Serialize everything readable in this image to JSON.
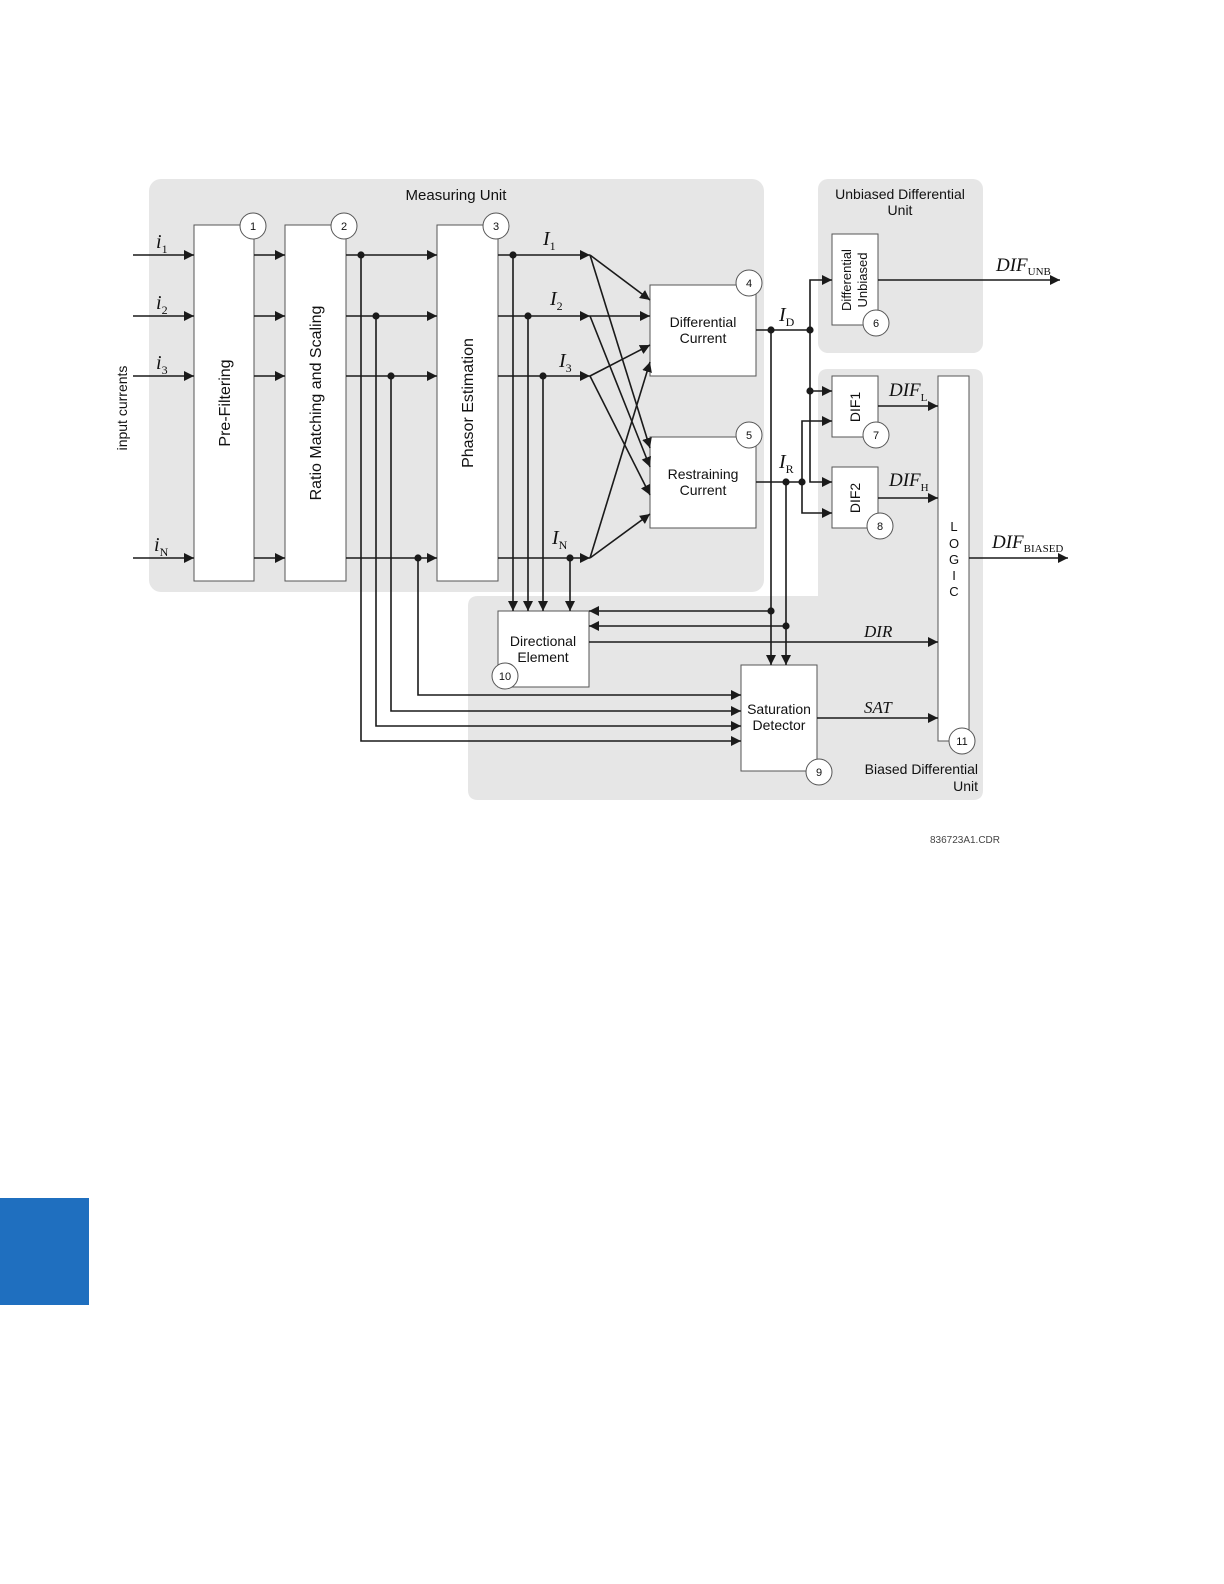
{
  "diagram": {
    "regions": {
      "measuring_unit": "Measuring Unit",
      "unbiased_unit_line1": "Unbiased Differential",
      "unbiased_unit_line2": "Unit",
      "biased_unit_line1": "Biased Differential",
      "biased_unit_line2": "Unit"
    },
    "side_label": "input currents",
    "inputs": {
      "i1": "i",
      "i1_sub": "1",
      "i2": "i",
      "i2_sub": "2",
      "i3": "i",
      "i3_sub": "3",
      "iN": "i",
      "iN_sub": "N"
    },
    "phasors": {
      "I1": "I",
      "I1_sub": "1",
      "I2": "I",
      "I2_sub": "2",
      "I3": "I",
      "I3_sub": "3",
      "IN": "I",
      "IN_sub": "N"
    },
    "blocks": {
      "prefilter": "Pre-Filtering",
      "ratio": "Ratio Matching and Scaling",
      "phasor": "Phasor Estimation",
      "diff_line1": "Differential",
      "diff_line2": "Current",
      "restr_line1": "Restraining",
      "restr_line2": "Current",
      "unbiased_line1": "Differential",
      "unbiased_line2": "Unbiased",
      "dif1": "DIF1",
      "dif2": "DIF2",
      "logic": [
        "L",
        "O",
        "G",
        "I",
        "C"
      ],
      "dir_line1": "Directional",
      "dir_line2": "Element",
      "sat_line1": "Saturation",
      "sat_line2": "Detector"
    },
    "numbers": {
      "n1": "1",
      "n2": "2",
      "n3": "3",
      "n4": "4",
      "n5": "5",
      "n6": "6",
      "n7": "7",
      "n8": "8",
      "n9": "9",
      "n10": "10",
      "n11": "11"
    },
    "signals": {
      "ID": "I",
      "ID_sub": "D",
      "IR": "I",
      "IR_sub": "R",
      "DIF_UNB": "DIF",
      "DIF_UNB_sub": "UNB",
      "DIF_L": "DIF",
      "DIF_L_sub": "L",
      "DIF_H": "DIF",
      "DIF_H_sub": "H",
      "DIF_BIASED": "DIF",
      "DIF_BIASED_sub": "BIASED",
      "DIR": "DIR",
      "SAT": "SAT"
    },
    "figure_code": "836723A1.CDR"
  },
  "colors": {
    "region_fill": "#e6e6e6",
    "stroke": "#1a1a1a",
    "side_tab": "#1f6fbf"
  }
}
